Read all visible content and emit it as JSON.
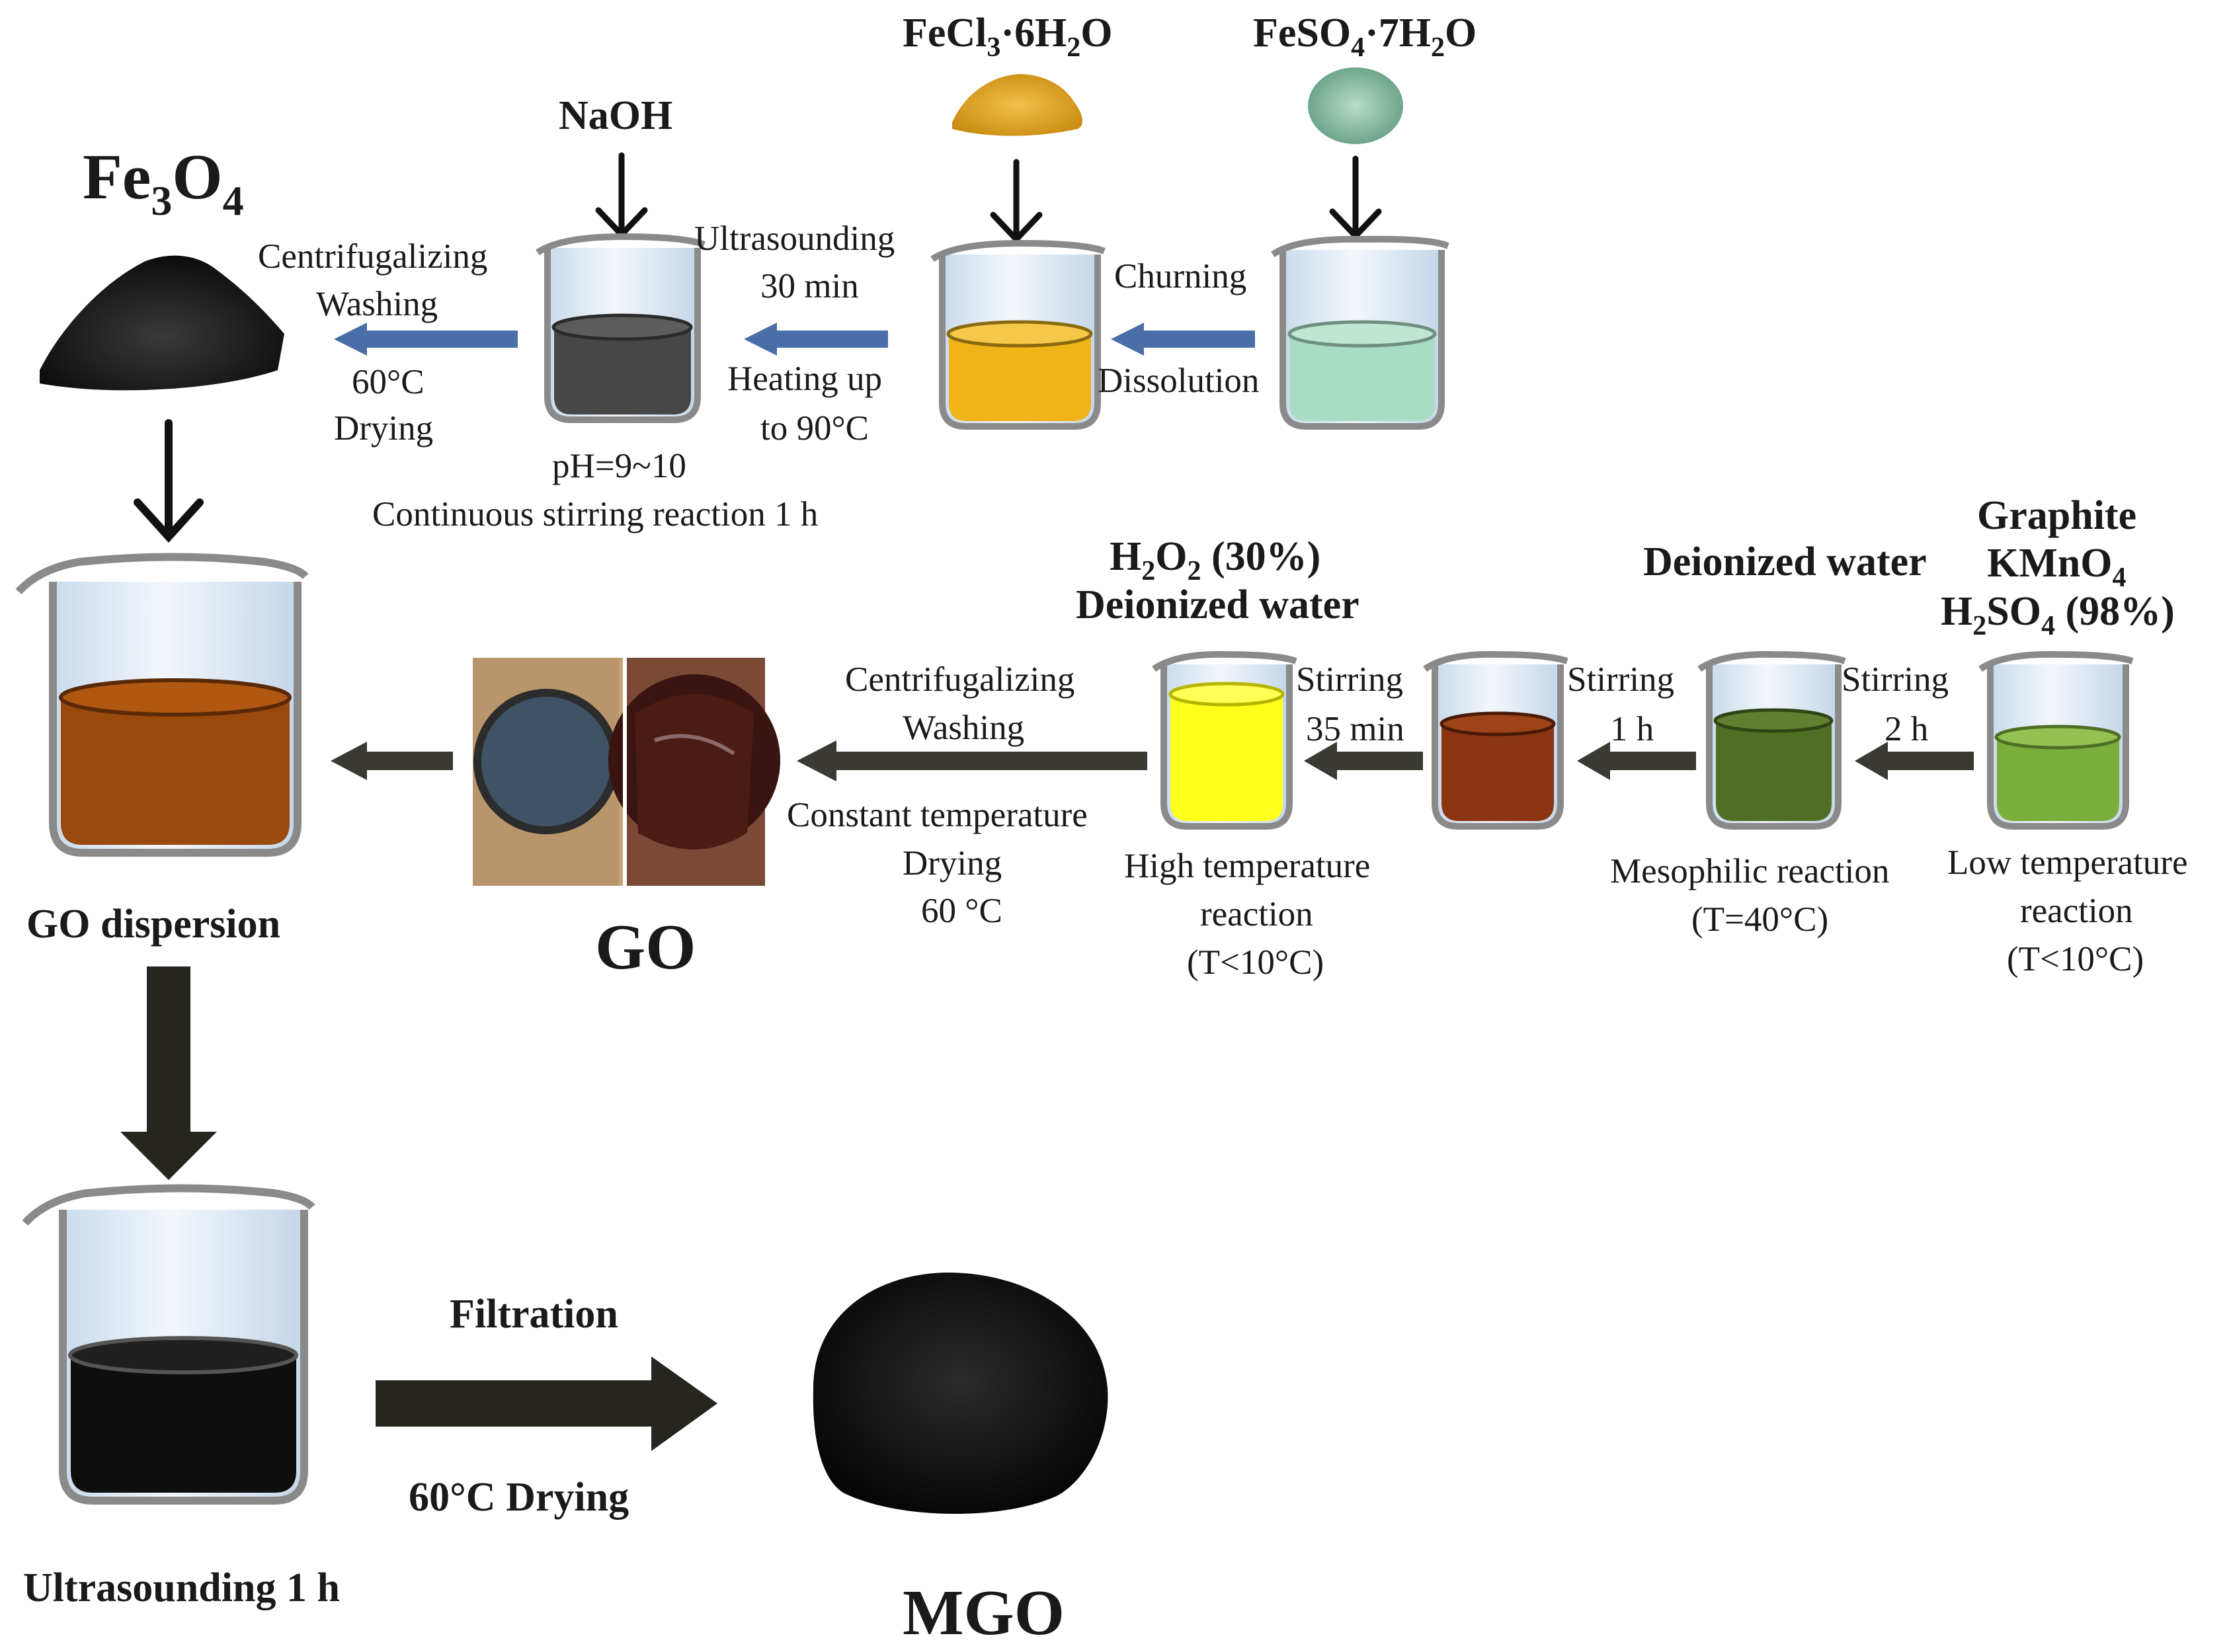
{
  "colors": {
    "blue_arrow": "#4a6ea8",
    "dark_arrow": "#3a3a32",
    "feso4_solution": "#a9dcc4",
    "fecl3_solution": "#f0b418",
    "naoh_solution": "#474747",
    "low_temp_solution": "#7cae3b",
    "mesophilic_solution": "#4f6f25",
    "stirring35_solution": "#8a3412",
    "h2o2_solution": "#ffff1a",
    "go_dispersion": "#9b4a0e",
    "mgo_dispersion": "#0e0e0e",
    "beaker_glass": "#dde9f4",
    "beaker_rim": "#8a8a8a"
  },
  "labels": {
    "fe3o4_title": {
      "main": "Fe",
      "sub1": "3",
      "mid": "O",
      "sub2": "4"
    },
    "fecl3": {
      "a": "FeCl",
      "s1": "3",
      "b": "·6H",
      "s2": "2",
      "c": "O"
    },
    "feso4": {
      "a": "FeSO",
      "s1": "4",
      "b": "·7H",
      "s2": "2",
      "c": "O"
    },
    "naoh": "NaOH",
    "centrifugalizing_1": "Centrifugalizing",
    "washing_1": "Washing",
    "drying_temp_1": "60°C",
    "drying_1": "Drying",
    "ultrasounding": "Ultrasounding",
    "ultrasound_time": "30 min",
    "heating_up": "Heating up",
    "heating_temp": "to 90°C",
    "churning": "Churning",
    "dissolution": "Dissolution",
    "ph": "pH=9~10",
    "continuous_stirring": "Continuous stirring reaction 1 h",
    "h2o2": {
      "a": "H",
      "s1": "2",
      "b": "O",
      "s2": "2",
      "c": " (30%)"
    },
    "deionized_water_1": "Deionized water",
    "deionized_water_2": "Deionized water",
    "graphite": "Graphite",
    "kmno4": {
      "a": "KMnO",
      "s1": "4"
    },
    "h2so4": {
      "a": "H",
      "s1": "2",
      "b": "SO",
      "s2": "4",
      "c": " (98%)"
    },
    "centrifugalizing_2": "Centrifugalizing",
    "washing_2": "Washing",
    "constant_temperature": "Constant temperature",
    "drying_2": "Drying",
    "drying_temp_2": "60 °C",
    "stirring_35": "Stirring",
    "stirring_35_time": "35 min",
    "stirring_1h": "Stirring",
    "stirring_1h_time": "1 h",
    "stirring_2h": "Stirring",
    "stirring_2h_time": "2 h",
    "high_temp_1": "High temperature",
    "high_temp_2": "reaction",
    "high_temp_3": "(T<10°C)",
    "mesophilic_1": "Mesophilic reaction",
    "mesophilic_2": "(T=40°C)",
    "low_temp_1": "Low temperature",
    "low_temp_2": "reaction",
    "low_temp_3": "(T<10°C)",
    "go_dispersion": "GO dispersion",
    "go": "GO",
    "filtration": "Filtration",
    "drying_final": "60°C Drying",
    "ultrasounding_1h": "Ultrasounding 1 h",
    "mgo": "MGO"
  }
}
